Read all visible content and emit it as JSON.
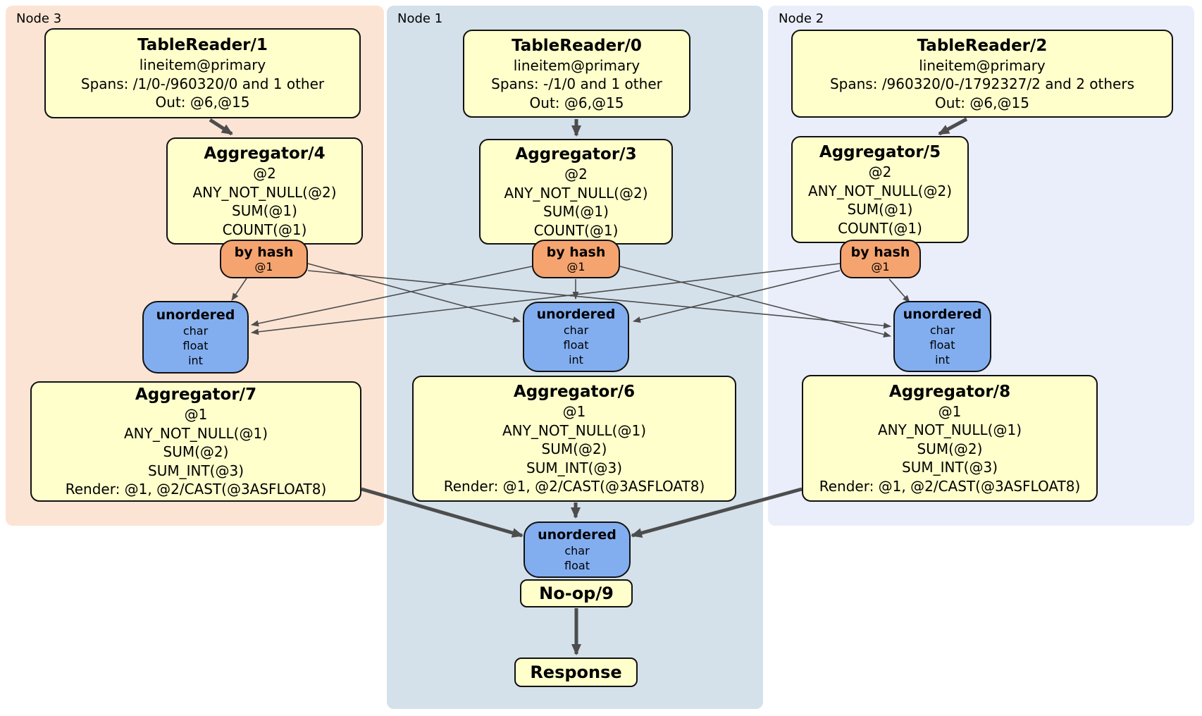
{
  "panels": [
    {
      "label": "Node 3",
      "reader": {
        "title": "TableReader/1",
        "lines": [
          "lineitem@primary",
          "Spans: /1/0-/960320/0 and 1 other",
          "Out: @6,@15"
        ]
      },
      "agg_top": {
        "title": "Aggregator/4",
        "lines": [
          "@2",
          "ANY_NOT_NULL(@2)",
          "SUM(@1)",
          "COUNT(@1)"
        ]
      },
      "router": {
        "title": "by hash",
        "sub": "@1"
      },
      "sync": {
        "title": "unordered",
        "lines": [
          "char",
          "float",
          "int"
        ]
      },
      "agg_bottom": {
        "title": "Aggregator/7",
        "lines": [
          "@1",
          "ANY_NOT_NULL(@1)",
          "SUM(@2)",
          "SUM_INT(@3)",
          "Render: @1, @2/CAST(@3ASFLOAT8)"
        ]
      }
    },
    {
      "label": "Node 1",
      "reader": {
        "title": "TableReader/0",
        "lines": [
          "lineitem@primary",
          "Spans: -/1/0 and 1 other",
          "Out: @6,@15"
        ]
      },
      "agg_top": {
        "title": "Aggregator/3",
        "lines": [
          "@2",
          "ANY_NOT_NULL(@2)",
          "SUM(@1)",
          "COUNT(@1)"
        ]
      },
      "router": {
        "title": "by hash",
        "sub": "@1"
      },
      "sync": {
        "title": "unordered",
        "lines": [
          "char",
          "float",
          "int"
        ]
      },
      "agg_bottom": {
        "title": "Aggregator/6",
        "lines": [
          "@1",
          "ANY_NOT_NULL(@1)",
          "SUM(@2)",
          "SUM_INT(@3)",
          "Render: @1, @2/CAST(@3ASFLOAT8)"
        ]
      }
    },
    {
      "label": "Node 2",
      "reader": {
        "title": "TableReader/2",
        "lines": [
          "lineitem@primary",
          "Spans: /960320/0-/1792327/2 and 2 others",
          "Out: @6,@15"
        ]
      },
      "agg_top": {
        "title": "Aggregator/5",
        "lines": [
          "@2",
          "ANY_NOT_NULL(@2)",
          "SUM(@1)",
          "COUNT(@1)"
        ]
      },
      "router": {
        "title": "by hash",
        "sub": "@1"
      },
      "sync": {
        "title": "unordered",
        "lines": [
          "char",
          "float",
          "int"
        ]
      },
      "agg_bottom": {
        "title": "Aggregator/8",
        "lines": [
          "@1",
          "ANY_NOT_NULL(@1)",
          "SUM(@2)",
          "SUM_INT(@3)",
          "Render: @1, @2/CAST(@3ASFLOAT8)"
        ]
      }
    }
  ],
  "output": {
    "sync": {
      "title": "unordered",
      "lines": [
        "char",
        "float"
      ]
    },
    "noop": {
      "title": "No-op/9"
    },
    "response": {
      "title": "Response"
    }
  },
  "colors": {
    "panel_node3_bg": "#fce4d4",
    "panel_node1_bg": "#d4e1eb",
    "panel_node2_bg": "#e9eefa",
    "processor_box_bg": "#ffffcc",
    "router_bg": "#f5a470",
    "sync_bg": "#82aef0",
    "box_border": "#111111",
    "edge_color": "#4d4d4d"
  }
}
